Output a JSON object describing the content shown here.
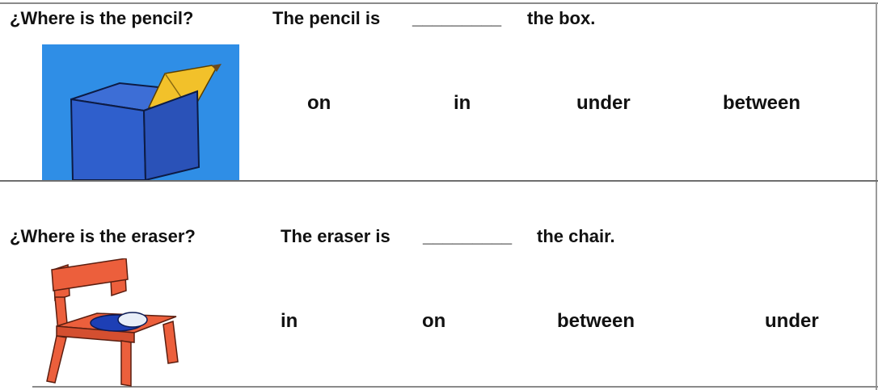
{
  "questions": [
    {
      "question": "¿Where is the pencil?",
      "sentence_start": "The pencil is",
      "blank": "_________",
      "sentence_end": "the box.",
      "options": [
        "on",
        "in",
        "under",
        "between"
      ]
    },
    {
      "question": "¿Where is the eraser?",
      "sentence_start": "The eraser is",
      "blank": "_________",
      "sentence_end": "the chair.",
      "options": [
        "in",
        "on",
        "between",
        "under"
      ]
    }
  ],
  "colors": {
    "box_background": "#2f8ee6",
    "box_face": "#2f5fcc",
    "pencil": "#f2c12a",
    "chair": "#ec5f3c",
    "eraser": "#1d3fb5"
  }
}
